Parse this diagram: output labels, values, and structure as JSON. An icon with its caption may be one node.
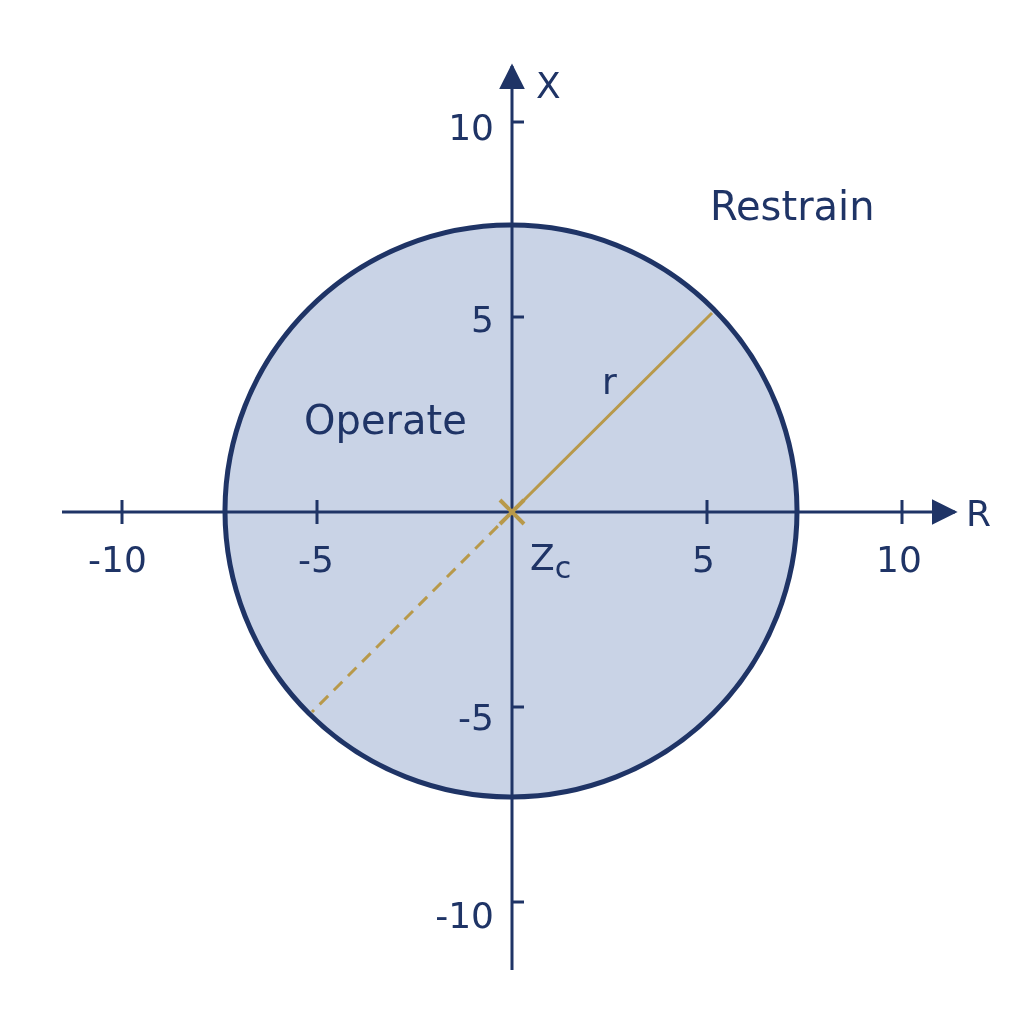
{
  "diagram": {
    "nodes": [
      {
        "text": [
          "Operate"
        ]
      }
    ],
    "labels": [
      "X",
      "10",
      "Restrain",
      "5",
      "r",
      "R",
      "-10",
      "-5",
      "Z$_{c}$",
      "5",
      "10",
      "-5",
      "-10"
    ]
  }
}
